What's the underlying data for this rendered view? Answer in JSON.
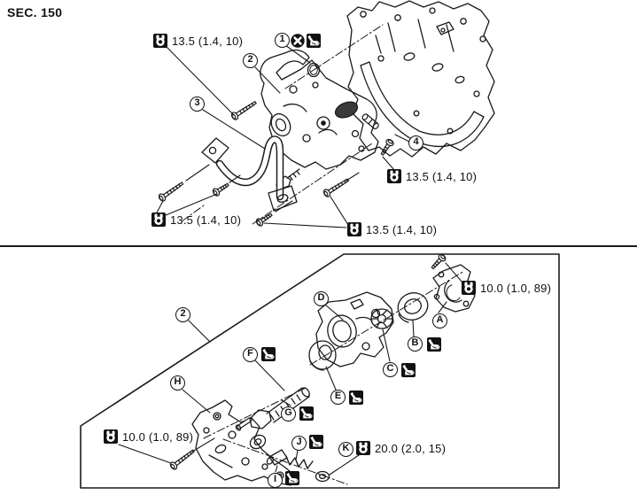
{
  "section": {
    "label": "SEC. 150"
  },
  "top_view": {
    "numbered_callouts": [
      {
        "num": "1",
        "icons": [
          "do-not-reuse-icon",
          "apply-oil-icon"
        ]
      },
      {
        "num": "2",
        "icons": []
      },
      {
        "num": "3",
        "icons": []
      },
      {
        "num": "4",
        "icons": []
      }
    ],
    "torque_callouts": [
      {
        "position": "top-left",
        "text": "13.5 (1.4, 10)"
      },
      {
        "position": "right",
        "text": "13.5 (1.4, 10)"
      },
      {
        "position": "bottom-left",
        "text": "13.5 (1.4, 10)"
      },
      {
        "position": "bottom-middle",
        "text": "13.5 (1.4, 10)"
      }
    ]
  },
  "bottom_view": {
    "assembly_callout": {
      "num": "2"
    },
    "part_callouts": [
      {
        "letter": "A"
      },
      {
        "letter": "B",
        "icons": [
          "apply-oil-icon"
        ]
      },
      {
        "letter": "C",
        "icons": [
          "apply-oil-icon"
        ]
      },
      {
        "letter": "D"
      },
      {
        "letter": "E",
        "icons": [
          "apply-oil-icon"
        ]
      },
      {
        "letter": "F",
        "icons": [
          "apply-oil-icon"
        ]
      },
      {
        "letter": "G",
        "icons": [
          "apply-oil-icon"
        ]
      },
      {
        "letter": "H"
      },
      {
        "letter": "I",
        "icons": [
          "apply-oil-icon"
        ]
      },
      {
        "letter": "J",
        "icons": [
          "apply-oil-icon"
        ]
      },
      {
        "letter": "K",
        "icons": [
          "torque-wrench-icon"
        ],
        "torque": "20.0 (2.0, 15)"
      }
    ],
    "torque_callouts": [
      {
        "position": "top-right",
        "text": "10.0 (1.0, 89)"
      },
      {
        "position": "left",
        "text": "10.0 (1.0, 89)"
      }
    ]
  }
}
